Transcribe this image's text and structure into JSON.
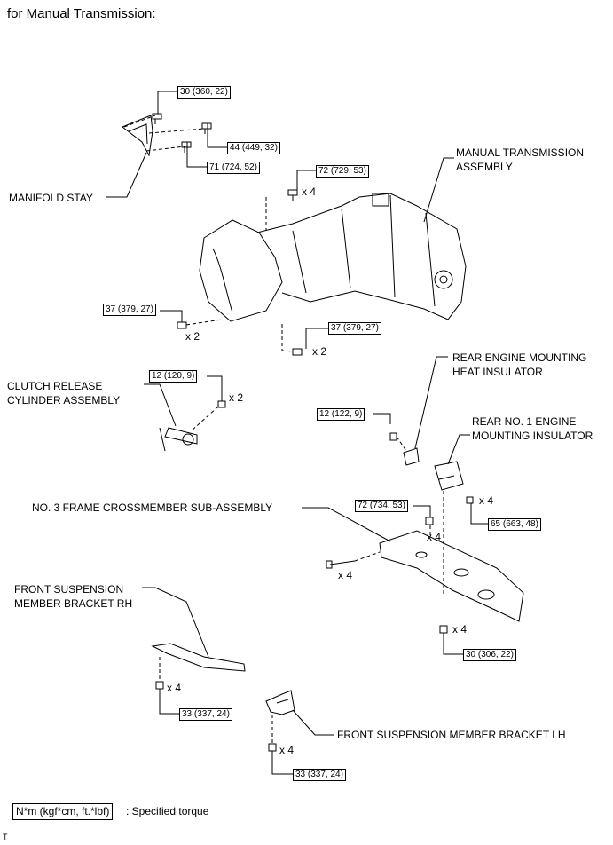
{
  "title": "for Manual Transmission:",
  "part_labels": {
    "manifold_stay": "MANIFOLD STAY",
    "mt_assembly_line1": "MANUAL TRANSMISSION",
    "mt_assembly_line2": "ASSEMBLY",
    "rear_heat_insulator_line1": "REAR ENGINE MOUNTING",
    "rear_heat_insulator_line2": "HEAT INSULATOR",
    "clutch_line1": "CLUTCH RELEASE",
    "clutch_line2": "CYLINDER ASSEMBLY",
    "rear_no1_line1": "REAR NO. 1 ENGINE",
    "rear_no1_line2": "MOUNTING INSULATOR",
    "crossmember": "NO. 3 FRAME CROSSMEMBER SUB-ASSEMBLY",
    "front_rh_line1": "FRONT SUSPENSION",
    "front_rh_line2": "MEMBER BRACKET RH",
    "front_lh": "FRONT SUSPENSION MEMBER BRACKET LH"
  },
  "torques": {
    "t1": "30 (360, 22)",
    "t2": "44 (449, 32)",
    "t3": "71 (724, 52)",
    "t4": "72 (729, 53)",
    "t5": "37 (379, 27)",
    "t6": "37 (379, 27)",
    "t7": "12 (120, 9)",
    "t8": "12 (122, 9)",
    "t9": "72 (734, 53)",
    "t10": "65 (663, 48)",
    "t11": "30 (306, 22)",
    "t12": "33 (337, 24)",
    "t13": "33 (337, 24)"
  },
  "multipliers": {
    "m1": "x 4",
    "m2": "x 2",
    "m3": "x 2",
    "m4": "x 2",
    "m5": "x 4",
    "m6": "x 4",
    "m7": "x 4",
    "m8": "x 4",
    "m9": "x 4",
    "m10": "x 4"
  },
  "legend": {
    "units": "N*m (kgf*cm, ft.*lbf)",
    "text": ": Specified torque"
  },
  "corner_mark": "T"
}
